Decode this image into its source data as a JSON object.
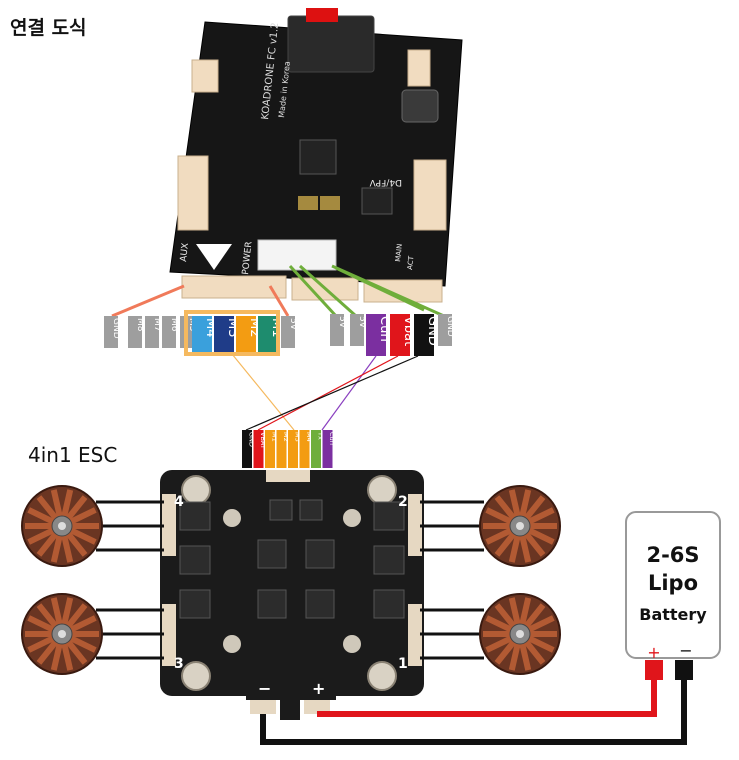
{
  "title": "연결 도식",
  "esc_title": "4in1 ESC",
  "fc": {
    "board_text": "KOADRONE FC v1.2",
    "board_sub": "Made in Korea",
    "power_label": "POWER",
    "aux_label": "AUX",
    "dfpv_label": "D4/FPV",
    "main_label": "MAIN",
    "act_label": "ACT",
    "left_pins": [
      {
        "text": "GND",
        "color": "#9e9e9e"
      },
      {
        "text": "M8",
        "color": "#9e9e9e"
      },
      {
        "text": "M7",
        "color": "#9e9e9e"
      },
      {
        "text": "M6",
        "color": "#9e9e9e"
      },
      {
        "text": "M5",
        "color": "#9e9e9e"
      },
      {
        "text": "M4",
        "color": "#3aa0dc"
      },
      {
        "text": "M3",
        "color": "#1f3c88"
      },
      {
        "text": "M2",
        "color": "#f39c12"
      },
      {
        "text": "M1",
        "color": "#1e8c6e"
      },
      {
        "text": "5V",
        "color": "#9e9e9e"
      }
    ],
    "right_pins": [
      {
        "text": "5V",
        "color": "#9e9e9e"
      },
      {
        "text": "5V",
        "color": "#9e9e9e"
      },
      {
        "text": "Curr",
        "color": "#7b2fa0"
      },
      {
        "text": "Vbat",
        "color": "#e0151b"
      },
      {
        "text": "GND",
        "color": "#111111"
      },
      {
        "text": "GND",
        "color": "#9e9e9e"
      }
    ]
  },
  "esc": {
    "pins": [
      {
        "text": "GND",
        "color": "#111111"
      },
      {
        "text": "VBAT",
        "color": "#e0151b"
      },
      {
        "text": "M1",
        "color": "#f39c12"
      },
      {
        "text": "M2",
        "color": "#f39c12"
      },
      {
        "text": "M3",
        "color": "#f39c12"
      },
      {
        "text": "M4",
        "color": "#f39c12"
      },
      {
        "text": "Tx",
        "color": "#6fae3b"
      },
      {
        "text": "Curr",
        "color": "#7b2fa0"
      }
    ],
    "corner_1": "1",
    "corner_2": "2",
    "corner_3": "3",
    "corner_4": "4",
    "minus": "−",
    "plus": "+"
  },
  "battery": {
    "line1": "2-6S",
    "line2": "Lipo",
    "line3": "Battery",
    "plus": "+",
    "minus": "−"
  },
  "colors": {
    "wire_red": "#e0151b",
    "wire_black": "#111111",
    "wire_green": "#6fae3b",
    "wire_salmon": "#f07a5a",
    "wire_purple": "#8a3fc0",
    "wire_orange": "#f5b95f",
    "motor_copper": "#b25a33"
  }
}
